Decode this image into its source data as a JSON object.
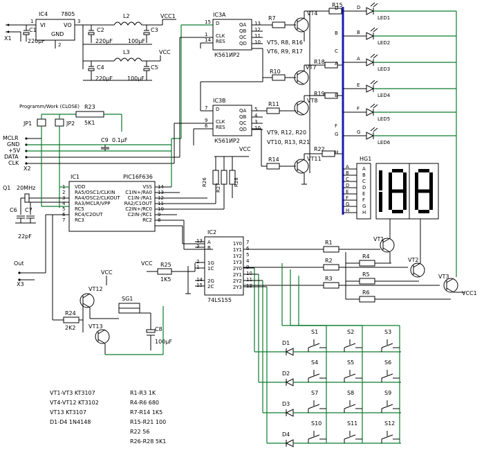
{
  "power": {
    "ic4_ref": "IC4",
    "ic4_type": "7805",
    "ic4_vi": "VI",
    "ic4_vo": "VO",
    "ic4_gnd": "GND",
    "x1": "X1",
    "c1": "C1",
    "c1_val": "220µF",
    "l2": "L2",
    "c2": "C2",
    "c2_val": "220µF",
    "c3": "C3",
    "c3_val": "100µF",
    "vcc1": "VCC1",
    "l3": "L3",
    "c4": "C4",
    "c4_val": "220µF",
    "c5": "C5",
    "c5_val": "100µF",
    "vcc": "VCC"
  },
  "mode": {
    "label": "Programm/Work (CLOSE)",
    "r23": "R23",
    "r23_val": "5K1",
    "jp1": "JP1",
    "jp2": "JP2",
    "mclr": "MCLR",
    "gnd": "GND",
    "plus5v": "+5V",
    "data": "DATA",
    "clk": "CLK",
    "x2": "X2",
    "c9": "C9",
    "c9_val": "0.1µF"
  },
  "ic1": {
    "ref": "IC1",
    "type": "PIC16F636",
    "left_pins": [
      "VDD",
      "RA5/OSC1/CLKIN",
      "RA4/OSC2/CLKOUT",
      "RA3/MCLR/VPP",
      "RC5",
      "RC4/C2OUT",
      "RC3"
    ],
    "left_nums": [
      "1",
      "2",
      "3",
      "4",
      "5",
      "6",
      "7"
    ],
    "right_pins": [
      "VSS",
      "C1IN+/RA0",
      "C1IN-/RA1",
      "RA2/C1OUT",
      "C2IN+/RC0",
      "C2IN-/RC1",
      "RC2"
    ],
    "right_nums": [
      "14",
      "13",
      "12",
      "11",
      "10",
      "9",
      "8"
    ],
    "q1": "Q1",
    "q1_val": "20MHz",
    "c6": "C6",
    "c7": "C7",
    "cap_val": "22pF"
  },
  "ic3a": {
    "ref": "IC3A",
    "type": "К561ИР2",
    "pins": [
      "D",
      "CLK",
      "RES",
      "QA",
      "QB",
      "QC",
      "QD"
    ],
    "nums": [
      "15",
      "1",
      "14",
      "13",
      "12",
      "11",
      "10"
    ]
  },
  "ic3b": {
    "ref": "IC3B",
    "type": "К561ИР2",
    "pins": [
      "D",
      "CLK",
      "RES",
      "QA",
      "QB",
      "QC",
      "QD"
    ],
    "nums": [
      "7",
      "9",
      "6",
      "5",
      "4",
      "3",
      "10"
    ]
  },
  "drivers": {
    "r7": "R7",
    "vt4": "VT4",
    "r15": "R15",
    "note1": "VT5, R8, R16",
    "note2": "VT6, R9, R17",
    "r10": "R10",
    "vt7": "VT7",
    "r18": "R18",
    "r11": "R11",
    "vt8": "VT8",
    "r19": "R19",
    "note3": "VT9, R12, R20",
    "note4": "VT10, R13, R21",
    "r14": "R14",
    "vt11": "VT11",
    "r22": "R22",
    "vcc": "VCC",
    "r26": "R26",
    "r27": "R27",
    "r28": "R28"
  },
  "bus_letters": [
    "D",
    "B",
    "C",
    "A",
    "E",
    "F",
    "G",
    "H"
  ],
  "leds": {
    "letters": [
      "D",
      "B",
      "C",
      "A",
      "E",
      "F",
      "G"
    ],
    "names": [
      "LED1",
      "LED2",
      "LED3",
      "LED4",
      "LED5",
      "LED6"
    ],
    "led_letters": [
      "D",
      "B",
      "A",
      "E",
      "F",
      "G"
    ]
  },
  "hg1": {
    "ref": "HG1",
    "pins": [
      "A",
      "B",
      "C",
      "D",
      "E",
      "F",
      "G",
      "H"
    ],
    "side_letters": [
      "A",
      "B",
      "C",
      "D",
      "E",
      "F",
      "G",
      "H"
    ],
    "digits": "188"
  },
  "ic2": {
    "ref": "IC2",
    "type": "74LS155",
    "left_pins": [
      "A",
      "B",
      "1G",
      "1C",
      "2G",
      "2C"
    ],
    "left_nums": [
      "13",
      "3",
      "2",
      "1",
      "14",
      "15"
    ],
    "right_pins": [
      "1Y0",
      "1Y1",
      "1Y2",
      "1Y3",
      "2Y0",
      "2Y1",
      "2Y2",
      "2Y3"
    ],
    "right_nums": [
      "7",
      "6",
      "5",
      "4",
      "9",
      "10",
      "11",
      "12"
    ],
    "vcc": "VCC",
    "r25": "R25",
    "r25_val": "1K5"
  },
  "digit_drv": {
    "r1": "R1",
    "r2": "R2",
    "r3": "R3",
    "r4": "R4",
    "r5": "R5",
    "r6": "R6",
    "vt1": "VT1",
    "vt2": "VT2",
    "vt3": "VT3",
    "vcc1": "VCC1"
  },
  "buzzer": {
    "out": "Out",
    "x3": "X3",
    "vcc": "VCC",
    "vt12": "VT12",
    "vt13": "VT13",
    "r24": "R24",
    "r24_val": "2K2",
    "sg1": "SG1",
    "c8": "C8",
    "c8_val": "100µF"
  },
  "keys": {
    "switches": [
      "S1",
      "S2",
      "S3",
      "S4",
      "S5",
      "S6",
      "S7",
      "S8",
      "S9",
      "S10",
      "S11",
      "S12"
    ],
    "diodes": [
      "D1",
      "D2",
      "D3",
      "D4"
    ]
  },
  "parts_list": {
    "col1": [
      "VT1-VT3 KT3107",
      "VT4-VT12 KT3102",
      "VT13 KT3107",
      "D1-D4 1N4148"
    ],
    "col2": [
      "R1-R3 1K",
      "R4-R6 680",
      "R7-R14 1K5",
      "R15-R21 100",
      "R22 56",
      "R26-R28 5K1"
    ]
  }
}
